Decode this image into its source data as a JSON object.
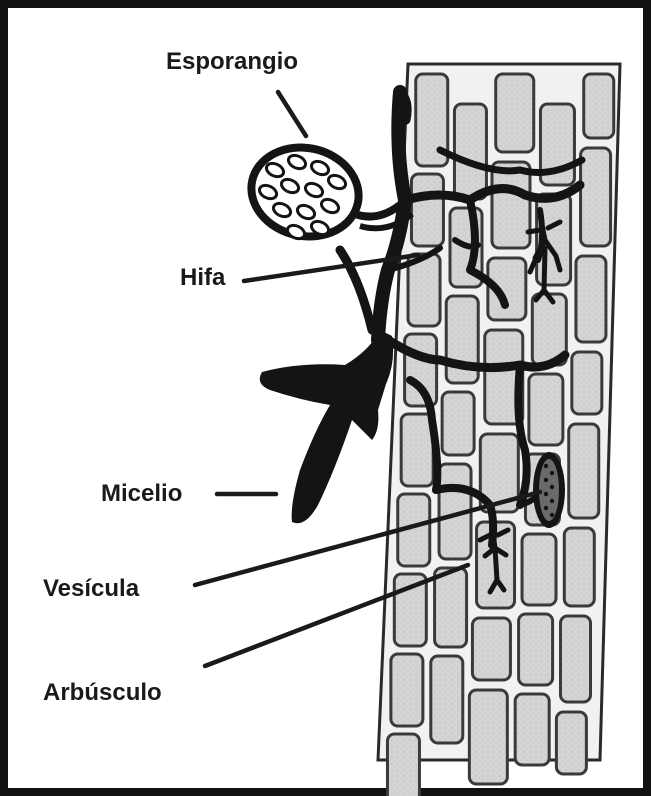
{
  "diagram": {
    "labels": {
      "esporangio": "Esporangio",
      "hifa": "Hifa",
      "micelio": "Micelio",
      "vesicula": "Vesícula",
      "arbusculo": "Arbúsculo"
    },
    "colors": {
      "frame": "#111111",
      "ink": "#141414",
      "cell_fill": "#d2d2d2",
      "cell_wall": "#3a3a3a",
      "background": "#ffffff"
    }
  }
}
